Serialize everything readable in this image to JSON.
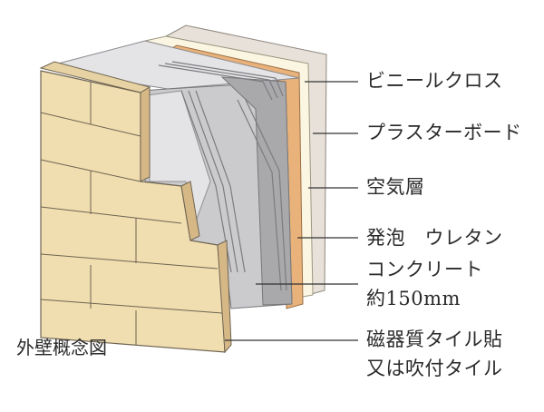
{
  "caption": "外壁概念図",
  "layers": [
    {
      "label": "ビニールクロス",
      "color": "#e7e0d8"
    },
    {
      "label": "プラスターボード",
      "color": "#fbf6e0"
    },
    {
      "label": "空気層",
      "color": "#ffffff"
    },
    {
      "label": "発泡　ウレタン",
      "color": "#e9b27a"
    },
    {
      "label": "コンクリート",
      "sub": "約150mm",
      "color": "#c9c9cb"
    },
    {
      "label": "磁器質タイル貼",
      "sub": "又は吹付タイル",
      "color": "#efdcae"
    }
  ],
  "colors": {
    "leader": "#333333",
    "tile_face": "#f0deb0",
    "tile_side": "#d5b886",
    "tile_top": "#e6d2a2",
    "tile_joint": "#6f6452",
    "concrete": "#cbcbcd",
    "concrete_dark": "#a9a9ac",
    "concrete_light": "#e4e4e6",
    "urethane": "#e9b27a",
    "plaster": "#fbf6e2",
    "vinyl": "#e8e1d9"
  }
}
